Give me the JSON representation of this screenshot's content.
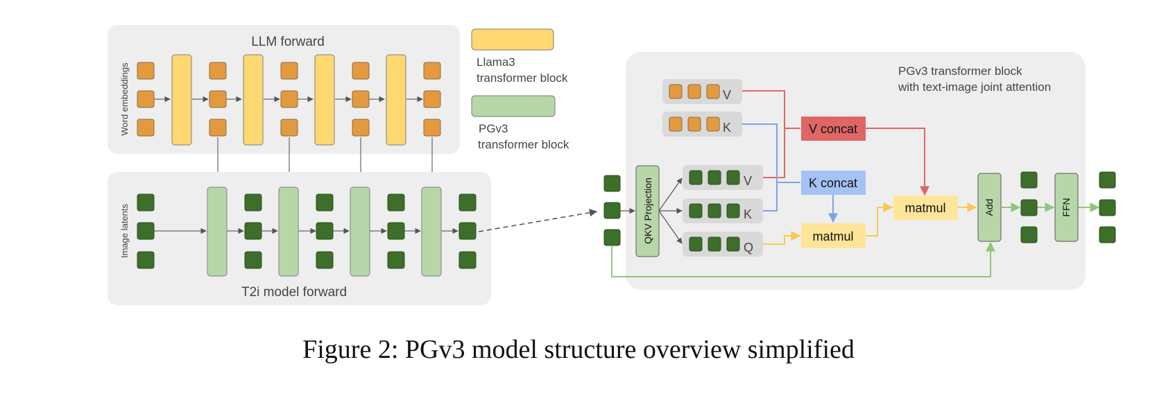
{
  "llm_panel": {
    "title": "LLM forward",
    "row_label": "Word embeddings"
  },
  "t2i_panel": {
    "title": "T2i model forward",
    "row_label": "Image latents"
  },
  "legend": {
    "llama_line1": "Llama3",
    "llama_line2": "transformer block",
    "pgv3_line1": "PGv3",
    "pgv3_line2": "transformer block"
  },
  "detail_panel": {
    "title_line1": "PGv3 transformer block",
    "title_line2": "with text-image joint attention",
    "text_v": "V",
    "text_k": "K",
    "img_v": "V",
    "img_k": "K",
    "img_q": "Q",
    "qkv_projection": "QKV Projection",
    "v_concat": "V concat",
    "k_concat": "K concat",
    "matmul_top": "matmul",
    "matmul_bottom": "matmul",
    "add": "Add",
    "ffn": "FFN"
  },
  "caption": "Figure 2: PGv3 model structure overview simplified",
  "colors": {
    "panel_bg": "#eeeeee",
    "orange_token": "#e39a3e",
    "green_token": "#3d6e2a",
    "llama_block": "#fed870",
    "pgv3_block": "#b8d7a9",
    "v_concat": "#e06666",
    "k_concat": "#a4c2f4",
    "matmul": "#ffe599",
    "text_token_bg": "#d9d9d9"
  }
}
